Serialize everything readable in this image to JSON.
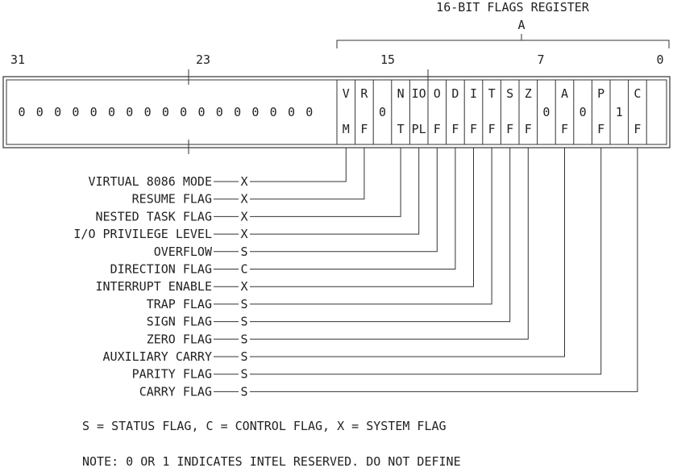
{
  "title": "16-BIT FLAGS REGISTER",
  "title_letter": "A",
  "bit_labels": {
    "b31": "31",
    "b23": "23",
    "b15": "15",
    "b7": "7",
    "b0": "0"
  },
  "reserved_zeros": [
    "0",
    "0",
    "0",
    "0",
    "0",
    "0",
    "0",
    "0",
    "0",
    "0",
    "0",
    "0",
    "0",
    "0",
    "0",
    "0",
    "0"
  ],
  "flag_cells": [
    {
      "top": "V",
      "bottom": "M"
    },
    {
      "top": "R",
      "bottom": "F"
    },
    {
      "top": "",
      "mid": "0",
      "bottom": ""
    },
    {
      "top": "N",
      "bottom": "T"
    },
    {
      "top": "IO",
      "bottom": "PL"
    },
    {
      "top": "O",
      "bottom": "F"
    },
    {
      "top": "D",
      "bottom": "F"
    },
    {
      "top": "I",
      "bottom": "F"
    },
    {
      "top": "T",
      "bottom": "F"
    },
    {
      "top": "S",
      "bottom": "F"
    },
    {
      "top": "Z",
      "bottom": "F"
    },
    {
      "top": "",
      "mid": "0",
      "bottom": ""
    },
    {
      "top": "A",
      "bottom": "F"
    },
    {
      "top": "",
      "mid": "0",
      "bottom": ""
    },
    {
      "top": "P",
      "bottom": "F"
    },
    {
      "top": "",
      "mid": "1",
      "bottom": ""
    },
    {
      "top": "C",
      "bottom": "F"
    }
  ],
  "legend_rows": [
    {
      "name": "VIRTUAL 8086 MODE",
      "type": "X"
    },
    {
      "name": "RESUME FLAG",
      "type": "X"
    },
    {
      "name": "NESTED TASK FLAG",
      "type": "X"
    },
    {
      "name": "I/O PRIVILEGE LEVEL",
      "type": "X"
    },
    {
      "name": "OVERFLOW",
      "type": "S"
    },
    {
      "name": "DIRECTION FLAG",
      "type": "C"
    },
    {
      "name": "INTERRUPT ENABLE",
      "type": "X"
    },
    {
      "name": "TRAP FLAG",
      "type": "S"
    },
    {
      "name": "SIGN FLAG",
      "type": "S"
    },
    {
      "name": "ZERO FLAG",
      "type": "S"
    },
    {
      "name": "AUXILIARY CARRY",
      "type": "S"
    },
    {
      "name": "PARITY FLAG",
      "type": "S"
    },
    {
      "name": "CARRY FLAG",
      "type": "S"
    }
  ],
  "key_text": "S = STATUS FLAG, C = CONTROL FLAG, X = SYSTEM FLAG",
  "note_text": "NOTE: 0 OR 1 INDICATES INTEL RESERVED. DO NOT DEFINE"
}
